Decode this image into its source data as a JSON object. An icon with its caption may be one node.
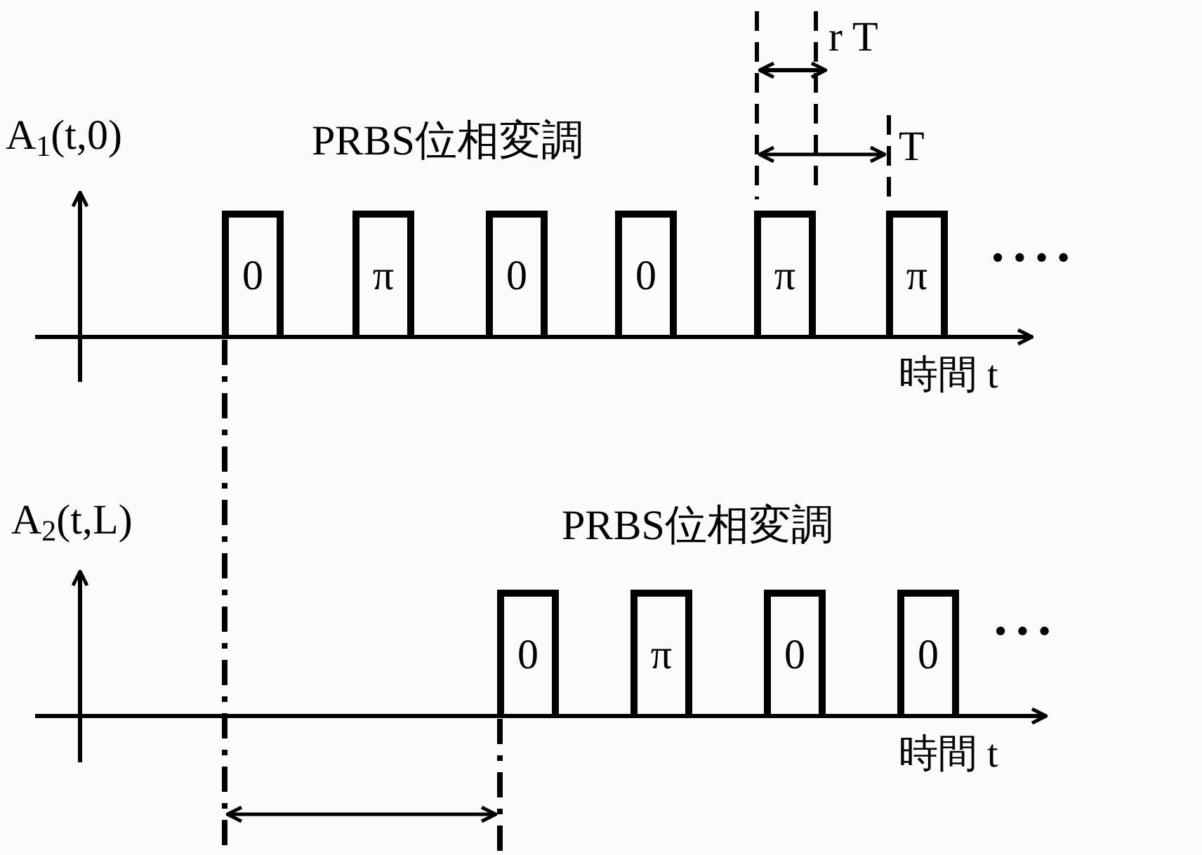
{
  "diagram": {
    "nodes": [
      {
        "text": [
          "0"
        ]
      },
      {
        "text": [
          "π"
        ]
      },
      {
        "text": [
          "0"
        ]
      },
      {
        "text": [
          "0"
        ]
      },
      {
        "text": [
          "π"
        ]
      },
      {
        "text": [
          "π"
        ]
      },
      {
        "text": [
          "0"
        ]
      },
      {
        "text": [
          "π"
        ]
      },
      {
        "text": [
          "0"
        ]
      },
      {
        "text": [
          "0"
        ]
      }
    ],
    "labels": [
      "r T",
      "A$_{1}$(t,0)",
      "PRBS位相変調",
      "T",
      "• • • •",
      "時間 t",
      "A$_{2}$(t,L)",
      "PRBS位相変調",
      "• • •",
      "時間 t"
    ]
  }
}
